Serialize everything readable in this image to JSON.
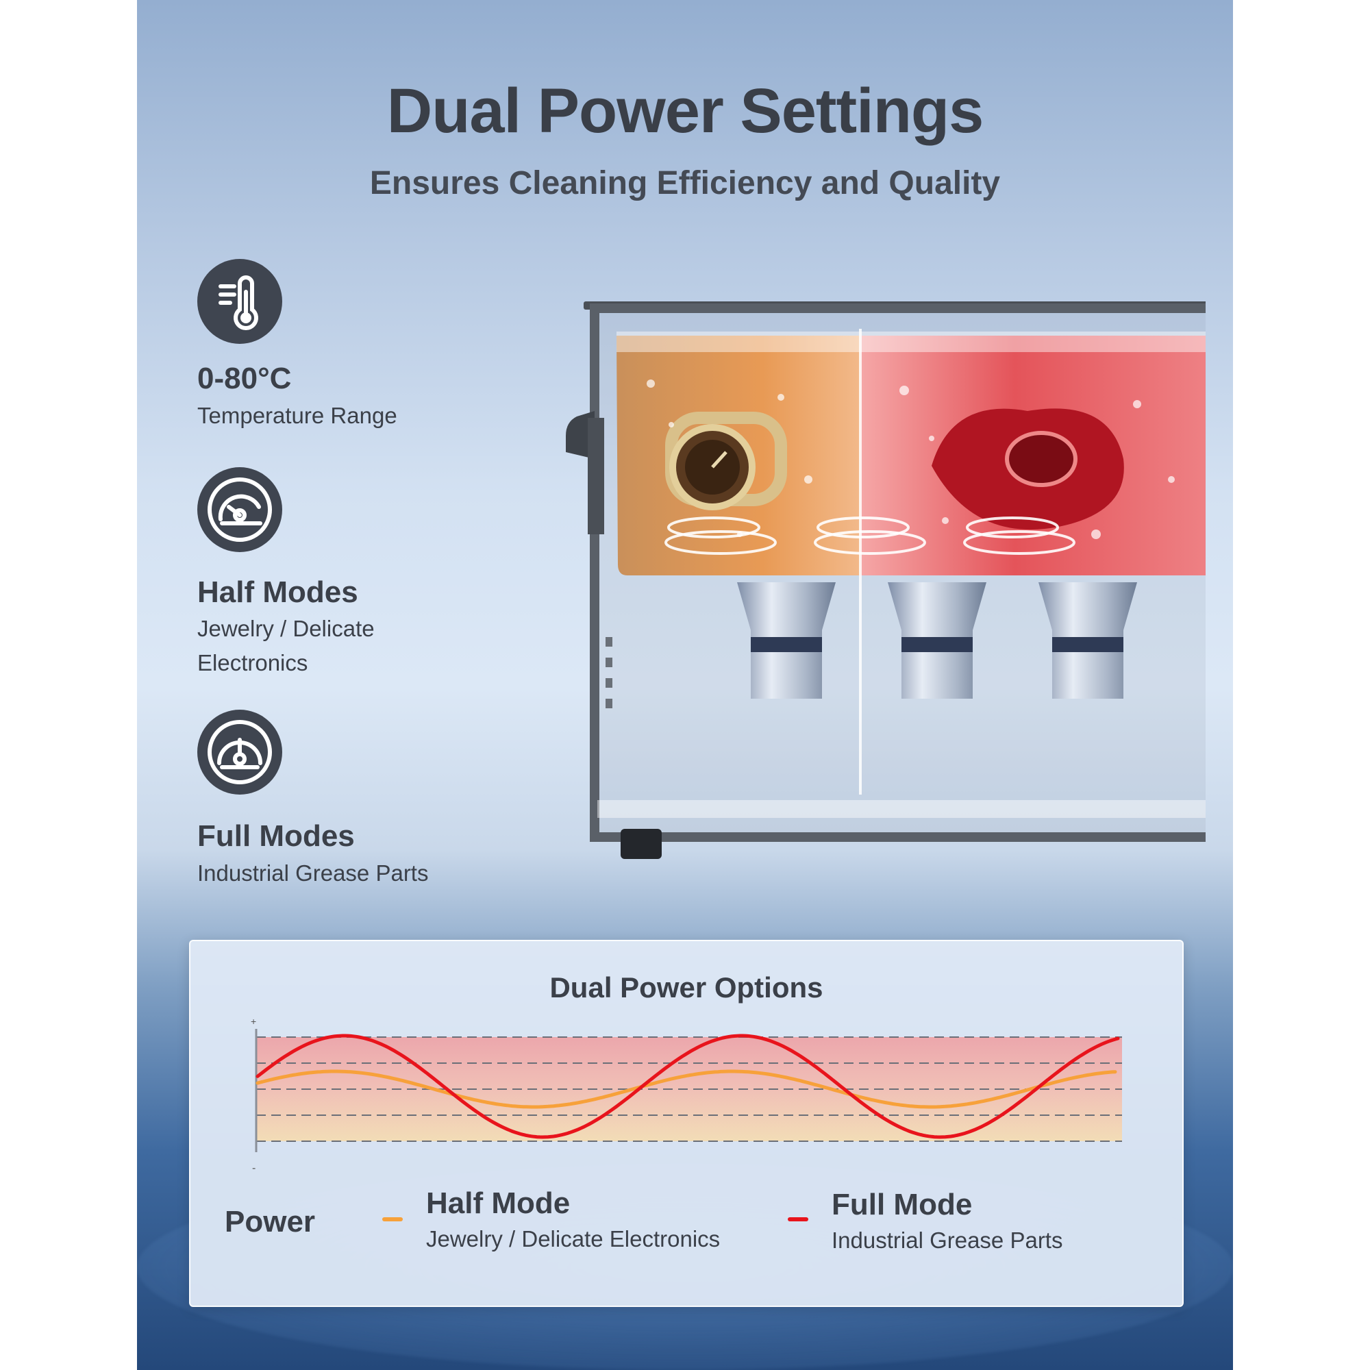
{
  "header": {
    "title": "Dual Power Settings",
    "subtitle": "Ensures Cleaning Efficiency and Quality"
  },
  "features": [
    {
      "icon": "thermometer-icon",
      "heading": "0-80°C",
      "lines": [
        "Temperature Range"
      ]
    },
    {
      "icon": "half-gauge-icon",
      "heading": "Half Modes",
      "lines": [
        "Jewelry / Delicate",
        "Electronics"
      ]
    },
    {
      "icon": "full-gauge-icon",
      "heading": "Full Modes",
      "lines": [
        "Industrial Grease Parts"
      ]
    }
  ],
  "panel": {
    "title": "Dual Power Options",
    "axis_plus": "+",
    "axis_minus": "-",
    "power_label": "Power",
    "legend": [
      {
        "heading": "Half Mode",
        "description": "Jewelry / Delicate Electronics",
        "color": "#f7a13a"
      },
      {
        "heading": "Full Mode",
        "description": "Industrial Grease Parts",
        "color": "#e8141c"
      }
    ]
  },
  "colors": {
    "title_text": "#3a3f48",
    "icon_circle": "#3f4550",
    "half_liquid": "#e89a55",
    "full_liquid": "#e4545a"
  }
}
